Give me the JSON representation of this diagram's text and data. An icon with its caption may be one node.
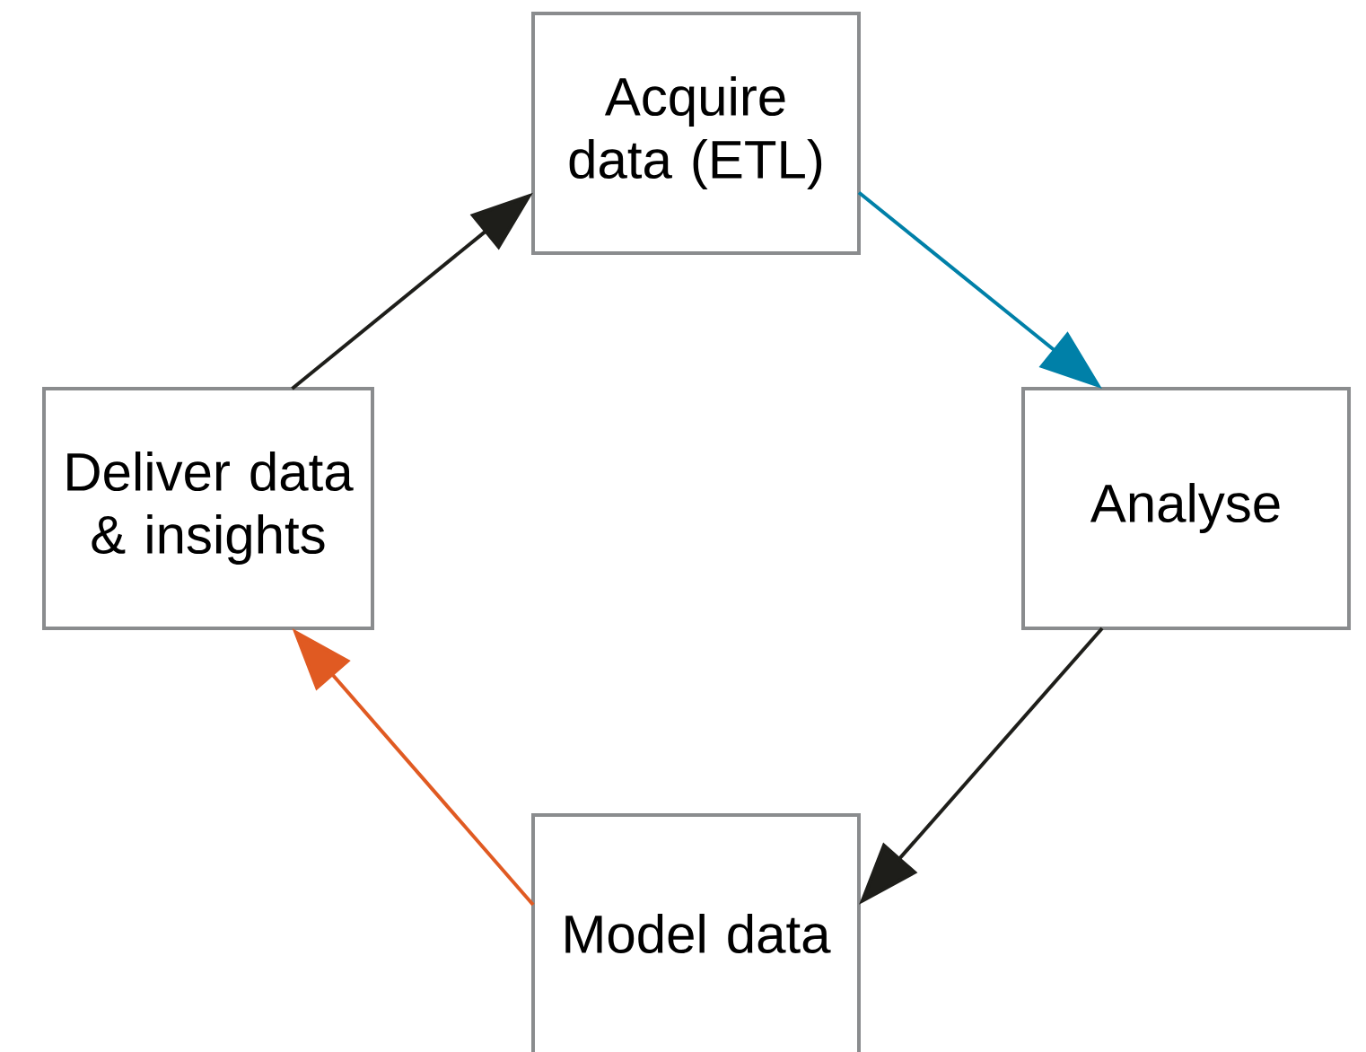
{
  "diagram": {
    "nodes": [
      {
        "text": [
          "Acquire data (ETL)"
        ]
      },
      {
        "text": [
          "Analyse"
        ]
      },
      {
        "text": [
          "Model data"
        ]
      },
      {
        "text": [
          "Deliver data & insights"
        ]
      }
    ],
    "edges": [
      {
        "from": 0,
        "to": 1,
        "arrow": "to",
        "color": "#0080a8"
      },
      {
        "from": 1,
        "to": 2,
        "arrow": "to"
      },
      {
        "from": 2,
        "to": 3,
        "arrow": "to",
        "color": "#e05a22"
      },
      {
        "from": 3,
        "to": 0,
        "arrow": "to"
      }
    ]
  }
}
